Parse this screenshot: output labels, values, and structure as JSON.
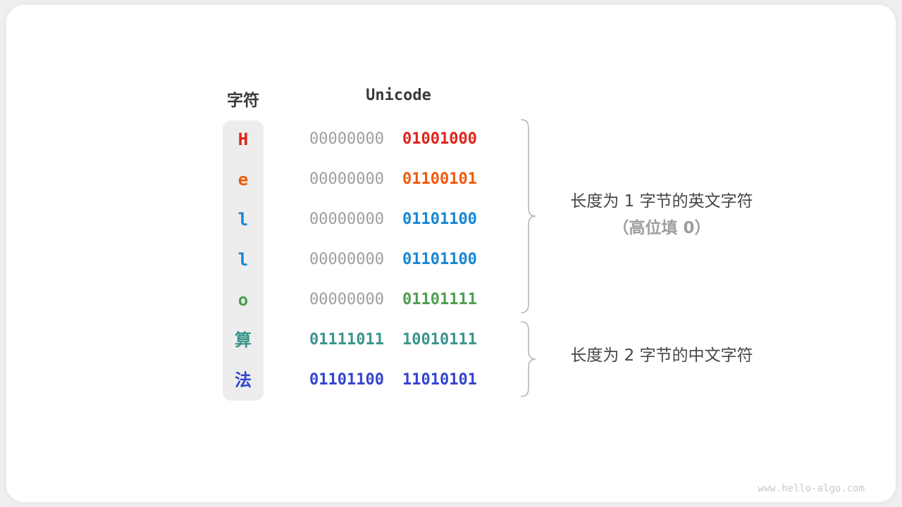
{
  "figure": {
    "header": {
      "char_col": "字符",
      "unicode_col": "Unicode"
    },
    "rows": [
      {
        "char": "H",
        "color": "#e0231a",
        "byte1": "00000000",
        "byte1_colored": false,
        "byte2": "01001000"
      },
      {
        "char": "e",
        "color": "#ee5b0b",
        "byte1": "00000000",
        "byte1_colored": false,
        "byte2": "01100101"
      },
      {
        "char": "l",
        "color": "#1686d6",
        "byte1": "00000000",
        "byte1_colored": false,
        "byte2": "01101100"
      },
      {
        "char": "l",
        "color": "#1686d6",
        "byte1": "00000000",
        "byte1_colored": false,
        "byte2": "01101100"
      },
      {
        "char": "o",
        "color": "#4e9e50",
        "byte1": "00000000",
        "byte1_colored": false,
        "byte2": "01101111"
      },
      {
        "char": "算",
        "color": "#3b948c",
        "byte1": "01111011",
        "byte1_colored": true,
        "byte2": "10010111"
      },
      {
        "char": "法",
        "color": "#3344d0",
        "byte1": "01101100",
        "byte1_colored": true,
        "byte2": "11010101"
      }
    ],
    "gray_bits_color": "#9e9e9e",
    "annotations": {
      "english": {
        "line1": "长度为 1 字节的英文字符",
        "line2": "（高位填 0）"
      },
      "chinese": {
        "line1": "长度为 2 字节的中文字符"
      }
    },
    "watermark": "www.hello-algo.com"
  }
}
